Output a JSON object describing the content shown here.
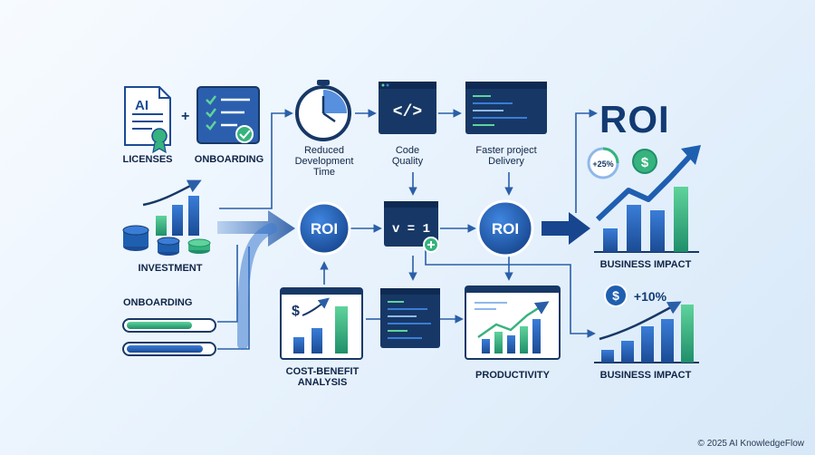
{
  "labels": {
    "licenses": "LICENSES",
    "onboarding_top": "ONBOARDING",
    "investment": "INVESTMENT",
    "onboarding_left": "ONBOARDING",
    "reduced_time": "Reduced\nDevelopment\nTime",
    "code_quality": "Code\nQuality",
    "faster_delivery": "Faster project\nDelivery",
    "cost_benefit": "COST-BENEFIT\nANALYSIS",
    "productivity": "PRODUCTIVITY",
    "business_impact_top": "BUSINESS IMPACT",
    "business_impact_bottom": "BUSINESS IMPACT"
  },
  "nodes": {
    "doc_icon_text": "AI",
    "plus_sign": "+",
    "roi_left": "ROI",
    "roi_mid": "ROI",
    "formula": "v = 1",
    "roi_big": "ROI",
    "pct_25": "+25%",
    "pct_10": "+10%",
    "dollar": "$"
  },
  "footer": "© 2025 AI KnowledgeFlow",
  "colors": {
    "navy": "#123a73",
    "blue": "#1f5fb0",
    "green": "#36b37e",
    "dark_panel": "#173866"
  }
}
